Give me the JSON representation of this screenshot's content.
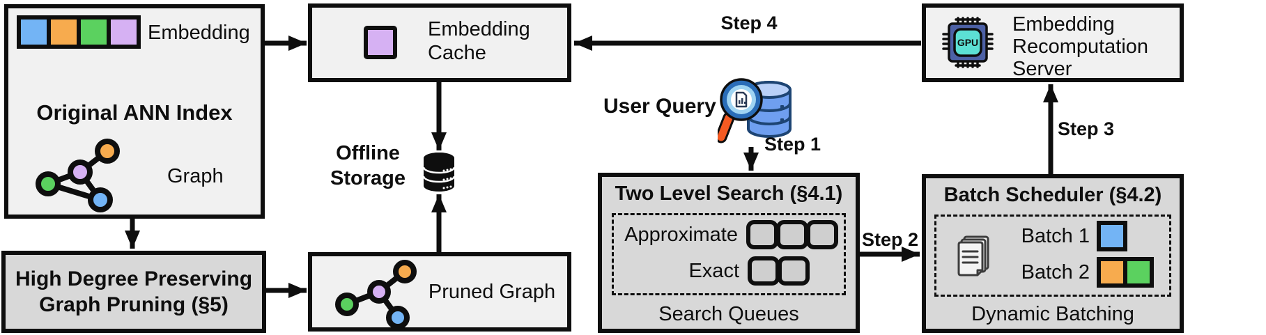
{
  "colors": {
    "ink": "#0e0e0e",
    "box_light": "#f1f1f1",
    "box_mid": "#d8d8d8",
    "slot_fill": "#cfcfcf",
    "blue": "#73b4f5",
    "orange": "#f7ab4e",
    "green": "#5bd15f",
    "purple_light": "#d6b1f3",
    "gpu_body": "#4d61a6",
    "gpu_screen": "#5ce0d4",
    "lens_rim": "#2a6db8",
    "lens_fill": "#9fd4f2",
    "handle": "#f45a22",
    "db_blue": "#6f9ff0",
    "db_dark": "#1d4473",
    "db_light": "#b9d0f8"
  },
  "original_index": {
    "embedding_label": "Embedding",
    "title": "Original ANN Index",
    "graph_label": "Graph"
  },
  "graph_pruning": {
    "line1": "High Degree Preserving",
    "line2": "Graph Pruning (§5)"
  },
  "embedding_cache": {
    "line1": "Embedding",
    "line2": "Cache"
  },
  "offline_storage": {
    "line1": "Offline",
    "line2": "Storage"
  },
  "pruned_graph": {
    "label": "Pruned Graph"
  },
  "user_query": {
    "label": "User Query"
  },
  "two_level_search": {
    "title": "Two Level Search (§4.1)",
    "approximate_label": "Approximate",
    "exact_label": "Exact",
    "footer": "Search Queues"
  },
  "batch_scheduler": {
    "title": "Batch Scheduler (§4.2)",
    "batch1_label": "Batch 1",
    "batch2_label": "Batch 2",
    "footer": "Dynamic Batching"
  },
  "recomputation_server": {
    "line1": "Embedding",
    "line2": "Recomputation",
    "line3": "Server"
  },
  "gpu_icon": {
    "label": "GPU"
  },
  "steps": {
    "step1": "Step 1",
    "step2": "Step 2",
    "step3": "Step 3",
    "step4": "Step 4"
  }
}
